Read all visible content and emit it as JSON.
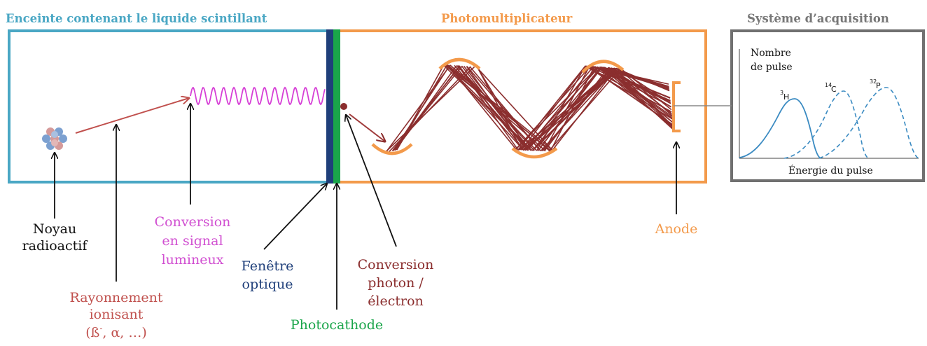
{
  "titles": {
    "chamber": "Enceinte contenant le liquide scintillant",
    "pmt": "Photomultiplicateur",
    "acquisition": "Système d’acquisition"
  },
  "labels": {
    "nucleus": [
      "Noyau",
      "radioactif"
    ],
    "radiation": [
      "Rayonnement",
      "ionisant"
    ],
    "radiation_symbols": {
      "open": "(ß",
      "sup": "-",
      "rest": ", α, …)"
    },
    "conversion_light": [
      "Conversion",
      "en signal",
      "lumineux"
    ],
    "window": [
      "Fenêtre",
      "optique"
    ],
    "photocathode": "Photocathode",
    "conversion_electron": [
      "Conversion",
      "photon /",
      "électron"
    ],
    "anode": "Anode"
  },
  "graph": {
    "ylabel": [
      "Nombre",
      "de pulse"
    ],
    "xlabel": "Énergie du pulse",
    "peaks": [
      {
        "sup": "3",
        "sym": "H"
      },
      {
        "sup": "14",
        "sym": "C"
      },
      {
        "sup": "32",
        "sym": "P"
      }
    ]
  },
  "colors": {
    "chamber": "#4aa7c4",
    "pmt": "#f39a4b",
    "acq": "#707070",
    "window": "#1f3f7a",
    "photocathode": "#1aa54a",
    "radiation": "#c0504d",
    "light": "#d63fd6",
    "electron": "#8b2e2e",
    "curve": "#3b8bc2",
    "text": "#111111"
  }
}
